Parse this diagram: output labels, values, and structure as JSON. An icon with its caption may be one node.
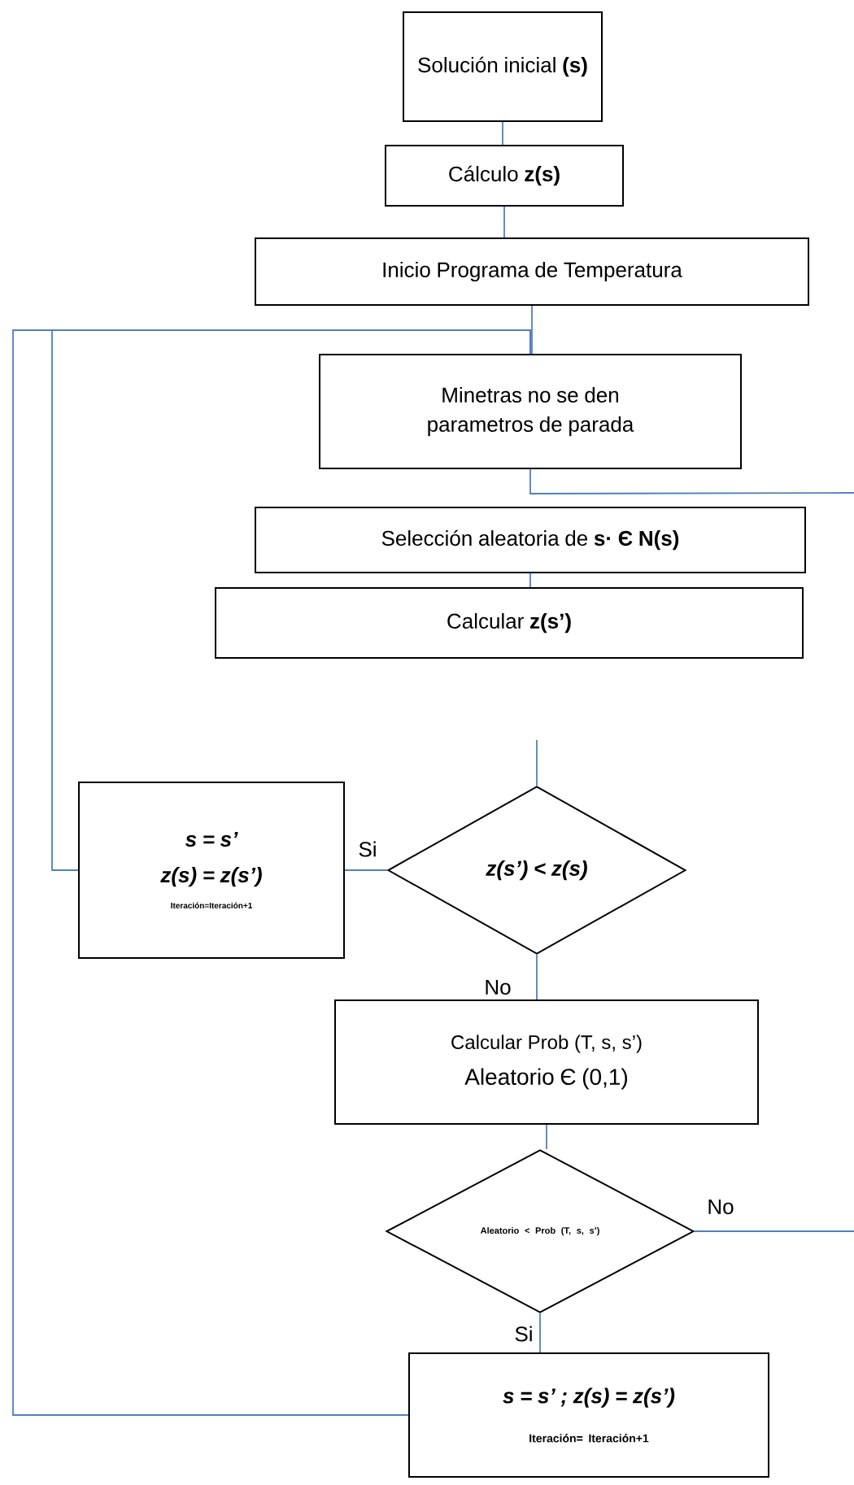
{
  "diagram": {
    "nodes": [
      {
        "text": [
          "Solución inicial **(s)**"
        ]
      },
      {
        "text": [
          "Cálculo **z(s)**"
        ]
      },
      {
        "text": [
          "Inicio Programa de Temperatura"
        ]
      },
      {
        "text": [
          "Minetras no se den parametros de parada"
        ]
      },
      {
        "text": [
          "Selección aleatoria de **s· Є N(s)**"
        ]
      },
      {
        "text": [
          "Calcular **z(s’)**"
        ]
      },
      {
        "text": [
          "s = s’",
          "z(s) = z(s’)",
          "Iteración=Iteración+1"
        ]
      },
      {
        "text": [
          "z(s’) < z(s)"
        ]
      },
      {
        "text": [
          "Calcular Prob (T, s, s’)",
          "Aleatorio Є (0,1)"
        ]
      },
      {
        "text": [
          "Aleatorio < Prob (T, s, s’)"
        ]
      },
      {
        "text": [
          "s = s’ ; z(s) = z(s’)",
          "Iteración= Iteración+1"
        ]
      }
    ],
    "edges": [
      {
        "from": 0,
        "to": 1,
        "arrow": "none"
      },
      {
        "from": 1,
        "to": 2,
        "arrow": "none"
      },
      {
        "from": 2,
        "to": 3,
        "arrow": "none"
      },
      {
        "from": 6,
        "to": 3,
        "arrow": "none"
      },
      {
        "from": 10,
        "to": 3,
        "arrow": "none"
      },
      {
        "from": 3,
        "to": null,
        "arrow": "none"
      },
      {
        "from": 4,
        "to": 5,
        "arrow": "none"
      },
      {
        "from": null,
        "to": 7,
        "arrow": "none"
      },
      {
        "from": 7,
        "to": 6,
        "arrow": "none",
        "label": "Si"
      },
      {
        "from": 7,
        "to": 8,
        "arrow": "none",
        "label": "No"
      },
      {
        "from": 8,
        "to": 9,
        "arrow": "none"
      },
      {
        "from": 9,
        "to": null,
        "arrow": "none",
        "label": "No"
      },
      {
        "from": 9,
        "to": 10,
        "arrow": "none",
        "label": "Si"
      }
    ]
  }
}
